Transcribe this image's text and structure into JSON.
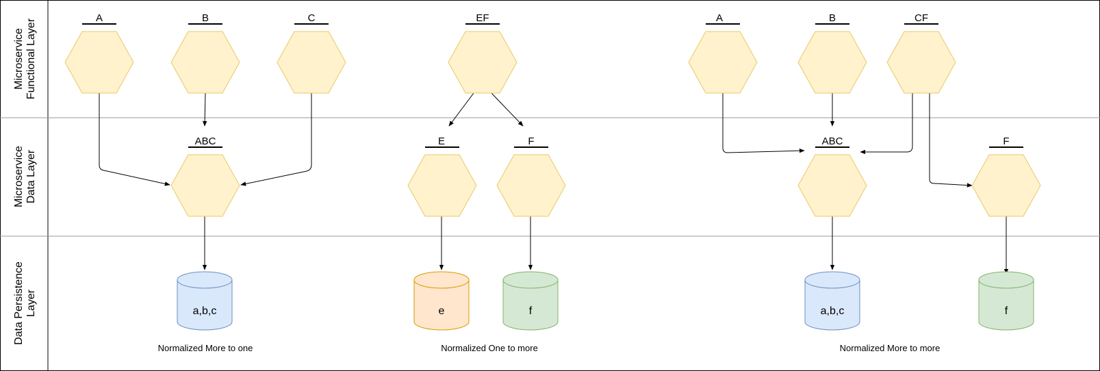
{
  "lanes": [
    {
      "id": "functional",
      "line1": "Microservice",
      "line2": "Functional Layer"
    },
    {
      "id": "data",
      "line1": "Microservice",
      "line2": "Data Layer"
    },
    {
      "id": "persistence",
      "line1": "Data Persistence",
      "line2": "Layer"
    }
  ],
  "services": {
    "g1_func_a": "A",
    "g1_func_b": "B",
    "g1_func_c": "C",
    "g1_data_abc": "ABC",
    "g2_func_ef": "EF",
    "g2_data_e": "E",
    "g2_data_f": "F",
    "g3_func_a": "A",
    "g3_func_b": "B",
    "g3_func_cf": "CF",
    "g3_data_abc": "ABC",
    "g3_data_f": "F"
  },
  "databases": {
    "g1_db_abc": "a,b,c",
    "g2_db_e": "e",
    "g2_db_f": "f",
    "g3_db_abc": "a,b,c",
    "g3_db_f": "f"
  },
  "captions": {
    "group1": "Normalized More to one",
    "group2": "Normalized One to more",
    "group3": "Normalized More to more"
  },
  "colors": {
    "hex_fill": "#fff2cc",
    "hex_stroke": "#e8c96a",
    "db_blue_fill": "#dae8fc",
    "db_blue_stroke": "#6c8ebf",
    "db_orange_fill": "#ffe6cc",
    "db_orange_stroke": "#d79b00",
    "db_green_fill": "#d5e8d4",
    "db_green_stroke": "#82b366"
  }
}
